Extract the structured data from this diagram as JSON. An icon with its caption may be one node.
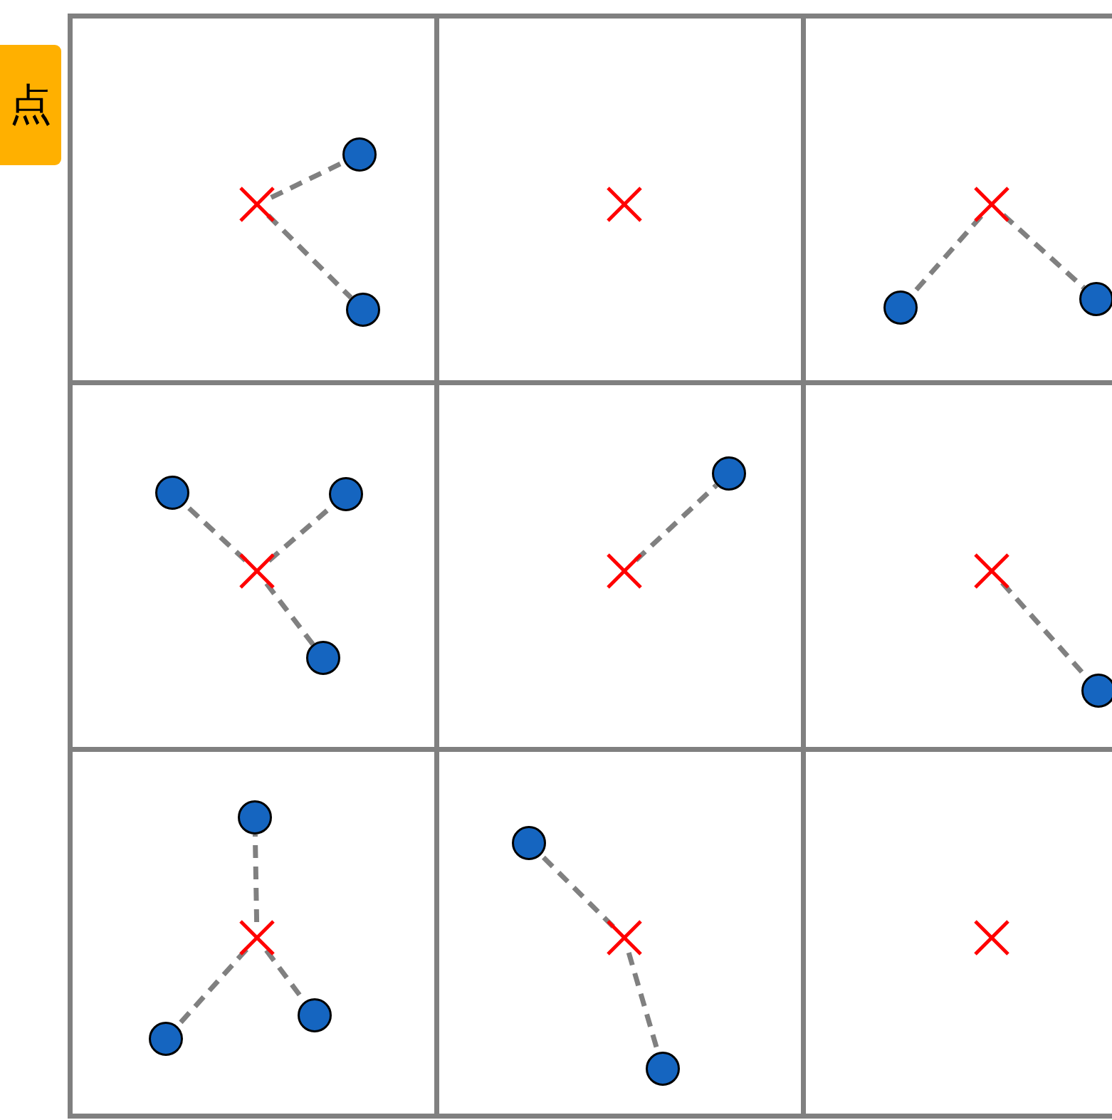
{
  "diagram": {
    "nodes": [
      {
        "text": [],
        "shape": "box"
      },
      {
        "text": [],
        "shape": "cross",
        "in": 0
      },
      {
        "text": [],
        "shape": "circle",
        "in": 0
      },
      {
        "text": [],
        "shape": "circle",
        "in": 0
      },
      {
        "text": [],
        "shape": "box"
      },
      {
        "text": [],
        "shape": "cross",
        "in": 4
      },
      {
        "text": [],
        "shape": "box"
      },
      {
        "text": [],
        "shape": "cross",
        "in": 6
      },
      {
        "text": [],
        "shape": "circle",
        "in": 6
      },
      {
        "text": [],
        "shape": "circle",
        "in": 6
      },
      {
        "text": [],
        "shape": "box"
      },
      {
        "text": [],
        "shape": "cross",
        "in": 10
      },
      {
        "text": [],
        "shape": "circle",
        "in": 10
      },
      {
        "text": [],
        "shape": "circle",
        "in": 10
      },
      {
        "text": [],
        "shape": "circle",
        "in": 10
      },
      {
        "text": [],
        "shape": "box"
      },
      {
        "text": [],
        "shape": "cross",
        "in": 15
      },
      {
        "text": [],
        "shape": "circle",
        "in": 15
      },
      {
        "text": [],
        "shape": "box"
      },
      {
        "text": [],
        "shape": "cross",
        "in": 18
      },
      {
        "text": [],
        "shape": "circle",
        "in": 18
      },
      {
        "text": [],
        "shape": "box"
      },
      {
        "text": [],
        "shape": "cross",
        "in": 21
      },
      {
        "text": [],
        "shape": "circle",
        "in": 21
      },
      {
        "text": [],
        "shape": "circle",
        "in": 21
      },
      {
        "text": [],
        "shape": "circle",
        "in": 21
      },
      {
        "text": [],
        "shape": "box"
      },
      {
        "text": [],
        "shape": "cross",
        "in": 26
      },
      {
        "text": [],
        "shape": "circle",
        "in": 26
      },
      {
        "text": [],
        "shape": "circle",
        "in": 26
      },
      {
        "text": [],
        "shape": "box"
      },
      {
        "text": [],
        "shape": "cross",
        "in": 30
      }
    ],
    "edges": [
      {
        "from": 1,
        "to": 2,
        "arrow": "none",
        "style": "dashed"
      },
      {
        "from": 1,
        "to": 3,
        "arrow": "none",
        "style": "dashed"
      },
      {
        "from": 7,
        "to": 8,
        "arrow": "none",
        "style": "dashed"
      },
      {
        "from": 7,
        "to": 9,
        "arrow": "none",
        "style": "dashed"
      },
      {
        "from": 11,
        "to": 12,
        "arrow": "none",
        "style": "dashed"
      },
      {
        "from": 11,
        "to": 13,
        "arrow": "none",
        "style": "dashed"
      },
      {
        "from": 11,
        "to": 14,
        "arrow": "none",
        "style": "dashed"
      },
      {
        "from": 16,
        "to": 17,
        "arrow": "none",
        "style": "dashed"
      },
      {
        "from": 19,
        "to": 20,
        "arrow": "none",
        "style": "dashed"
      },
      {
        "from": 22,
        "to": 23,
        "arrow": "none",
        "style": "dashed"
      },
      {
        "from": 22,
        "to": 24,
        "arrow": "none",
        "style": "dashed"
      },
      {
        "from": 22,
        "to": 25,
        "arrow": "none",
        "style": "dashed"
      },
      {
        "from": 27,
        "to": 28,
        "arrow": "none",
        "style": "dashed"
      },
      {
        "from": 27,
        "to": 29,
        "arrow": "none",
        "style": "dashed"
      }
    ],
    "labels": [
      "点"
    ]
  }
}
